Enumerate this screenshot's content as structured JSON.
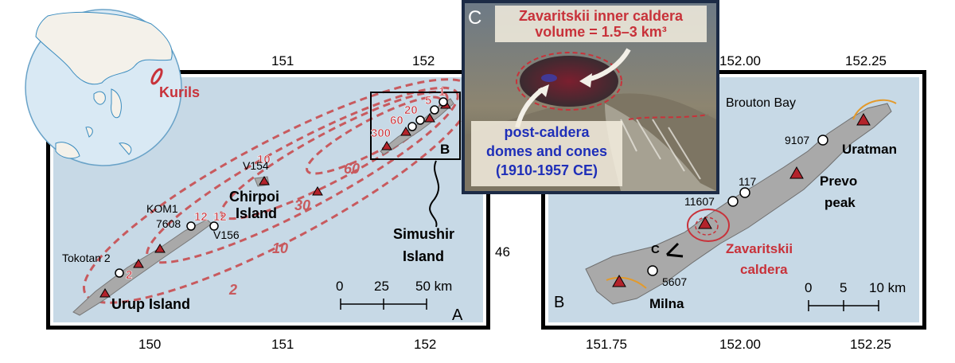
{
  "globe": {
    "label": "Kurils"
  },
  "panel_a": {
    "letter": "A",
    "lon_ticks": [
      "150",
      "151",
      "152"
    ],
    "lat_tick": "46",
    "scale": {
      "ticks": [
        "0",
        "25",
        "50 km"
      ]
    },
    "islands": {
      "chirpoi": [
        "Chirpoi",
        "Island"
      ],
      "simushir": [
        "Simushir",
        "Island"
      ],
      "urup": "Urup Island"
    },
    "box_label": "B",
    "samples": [
      "KOM1",
      "7608",
      "V154",
      "V156",
      "Tokotan 2"
    ],
    "isopachs": [
      "2",
      "10",
      "30",
      "60"
    ],
    "thickness_labels": [
      "1",
      "5",
      "20",
      "60",
      "300",
      "10",
      "12",
      "2"
    ]
  },
  "panel_b": {
    "letter": "B",
    "lon_ticks_top": [
      "152.00",
      "152.25"
    ],
    "lon_ticks_bottom": [
      "151.75",
      "152.00",
      "152.25"
    ],
    "scale": {
      "ticks": [
        "0",
        "5",
        "10 km"
      ]
    },
    "places": {
      "brouton": "Brouton Bay",
      "uratman": "Uratman",
      "prevo": [
        "Prevo",
        "peak"
      ],
      "zavaritskii": [
        "Zavaritskii",
        "caldera"
      ],
      "milna": "Milna"
    },
    "samples": [
      "9107",
      "117",
      "11607",
      "5607"
    ],
    "view_label": "C"
  },
  "panel_c": {
    "letter": "C",
    "title": [
      "Zavaritskii inner caldera",
      "volume = 1.5–3 km³"
    ],
    "caption": [
      "post-caldera",
      "domes and cones",
      "(1910-1957 CE)"
    ]
  },
  "colors": {
    "sea": "#c7d9e6",
    "red_label": "#c8323a",
    "dashed": "#c85a5e",
    "triangle": "#b3232b",
    "blue_label": "#1f2fb8",
    "land": "#a9a9a9"
  }
}
